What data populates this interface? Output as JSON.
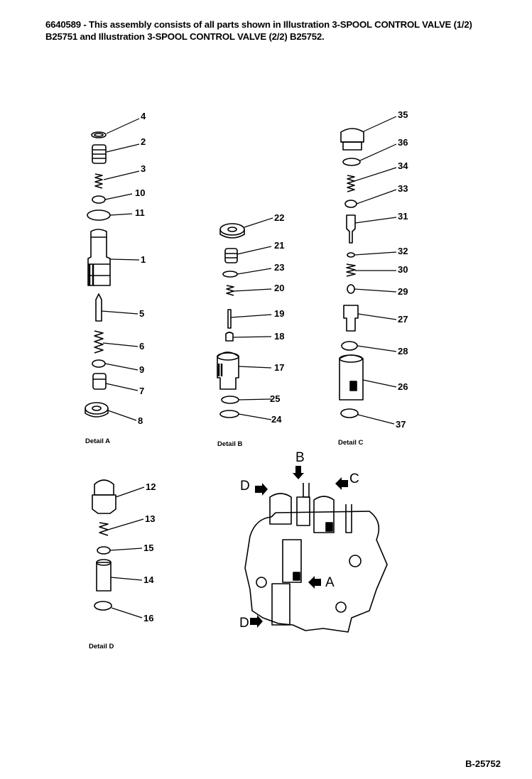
{
  "header": {
    "title": "6640589 - This assembly consists of all parts shown in Illustration 3-SPOOL CONTROL VALVE (1/2) B25751 and Illustration 3-SPOOL CONTROL VALVE (2/2) B25752."
  },
  "details": [
    {
      "key": "A",
      "label": "Detail  A"
    },
    {
      "key": "B",
      "label": "Detail  B"
    },
    {
      "key": "C",
      "label": "Detail  C"
    },
    {
      "key": "D",
      "label": "Detail  D"
    }
  ],
  "callouts": {
    "A": [
      "4",
      "2",
      "3",
      "10",
      "11",
      "1",
      "5",
      "6",
      "9",
      "7",
      "8"
    ],
    "B": [
      "22",
      "21",
      "23",
      "20",
      "19",
      "18",
      "17",
      "25",
      "24"
    ],
    "C": [
      "35",
      "36",
      "34",
      "33",
      "31",
      "32",
      "30",
      "29",
      "27",
      "28",
      "26",
      "37"
    ],
    "D": [
      "12",
      "13",
      "15",
      "14",
      "16"
    ]
  },
  "view_letters": [
    "B",
    "D",
    "C",
    "A",
    "D"
  ],
  "drawing_number": "B-25752"
}
